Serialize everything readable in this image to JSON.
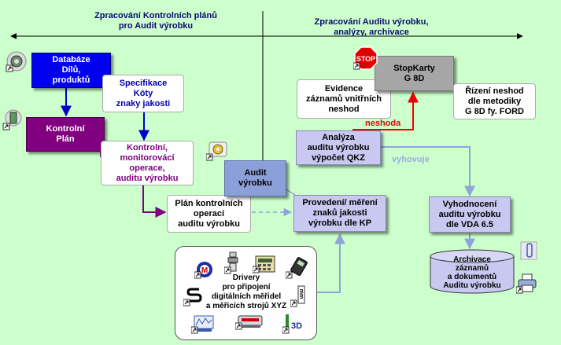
{
  "headers": {
    "left": "Zpracování Kontrolních plánů\npro Audit výrobku",
    "right": "Zpracování Auditu výrobku,\nanalýzy, archivace"
  },
  "nodes": {
    "database": "Databáze\nDílů,\nproduktů",
    "specifikace": "Specifikace\nKóty\nznaky jakosti",
    "kontrolni_plan": "Kontrolní\nPlán",
    "kontrolni_operace": "Kontrolní,\nmonitorovácí\noperace,\nauditu výrobku",
    "plan_kontrolnich": "Plán kontrolních\noperací\nauditu výrobku",
    "audit": "Audit\nvýrobku",
    "provedeni": "Provedení/ měření\nznaků jakosti\nvýrobku dle KP",
    "analyza": "Analýza\nauditu výrobku\nvýpočet QKZ",
    "evidence": "Evidence\nzáznamů vnitřních\nneshod",
    "stopkarty": "StopKarty\nG 8D",
    "rizeni": "Řízení neshod\ndle metodiky\nG 8D fy. FORD",
    "vyhodnoceni": "Vyhodnocení\nauditu výrobku\ndle VDA 6.5",
    "archivace": "Archivace\nzáznamů\na dokumentů\nAuditu výrobku",
    "drivers": "Drivery\npro připojení\ndigitálních měřidel\na měřicích strojů XYZ"
  },
  "labels": {
    "neshoda": "neshoda",
    "vyhovuje": "vyhovuje"
  },
  "icons": {
    "stop_sign": "STOP",
    "m_logo": "M",
    "threeD": "3D",
    "mm": "mm"
  },
  "colors": {
    "background": "#ccffcc",
    "database_fill": "#0000ee",
    "plan_fill": "#800080",
    "audit_fill": "#8b9fd9",
    "lavender": "#c8c8f0",
    "stop_gray": "#a6a6a6",
    "arrow_blue": "#0000cc",
    "arrow_purple": "#800080",
    "arrow_red": "#ee0000",
    "arrow_light": "#9aaede"
  }
}
